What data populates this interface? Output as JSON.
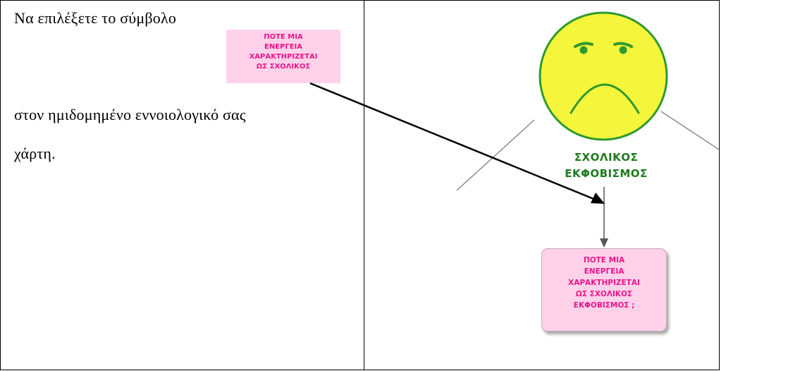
{
  "instruction": {
    "line1": "Να επιλέξετε το σύμβολο",
    "line2": "στον ημιδομημένο εννοιολογικό σας",
    "line3": "χάρτη."
  },
  "symbol_label": {
    "lines": [
      "ΠΟΤΕ ΜΙΑ",
      "ΕΝΕΡΓΕΙΑ",
      "ΧΑΡΑΚΤΗΡΙΖΕΤΑΙ",
      "ΩΣ ΣΧΟΛΙΚΟΣ"
    ]
  },
  "concept_map": {
    "face_icon": "sad-face-icon",
    "title_lines": [
      "ΣΧΟΛΙΚΟΣ",
      "ΕΚΦΟΒΙΣΜΟΣ"
    ],
    "node_lines": [
      "ΠΟΤΕ ΜΙΑ",
      "ΕΝΕΡΓΕΙΑ",
      "ΧΑΡΑΚΤΗΡΙΖΕΤΑΙ",
      "ΩΣ ΣΧΟΛΙΚΟΣ",
      "ΕΚΦΟΒΙΣΜΟΣ ;"
    ]
  },
  "colors": {
    "face_fill": "#f5f53c",
    "face_outline": "#2e9a2e",
    "title": "#1d7a1d",
    "label_bg": "#ffd2ea",
    "label_text": "#e8168a"
  }
}
